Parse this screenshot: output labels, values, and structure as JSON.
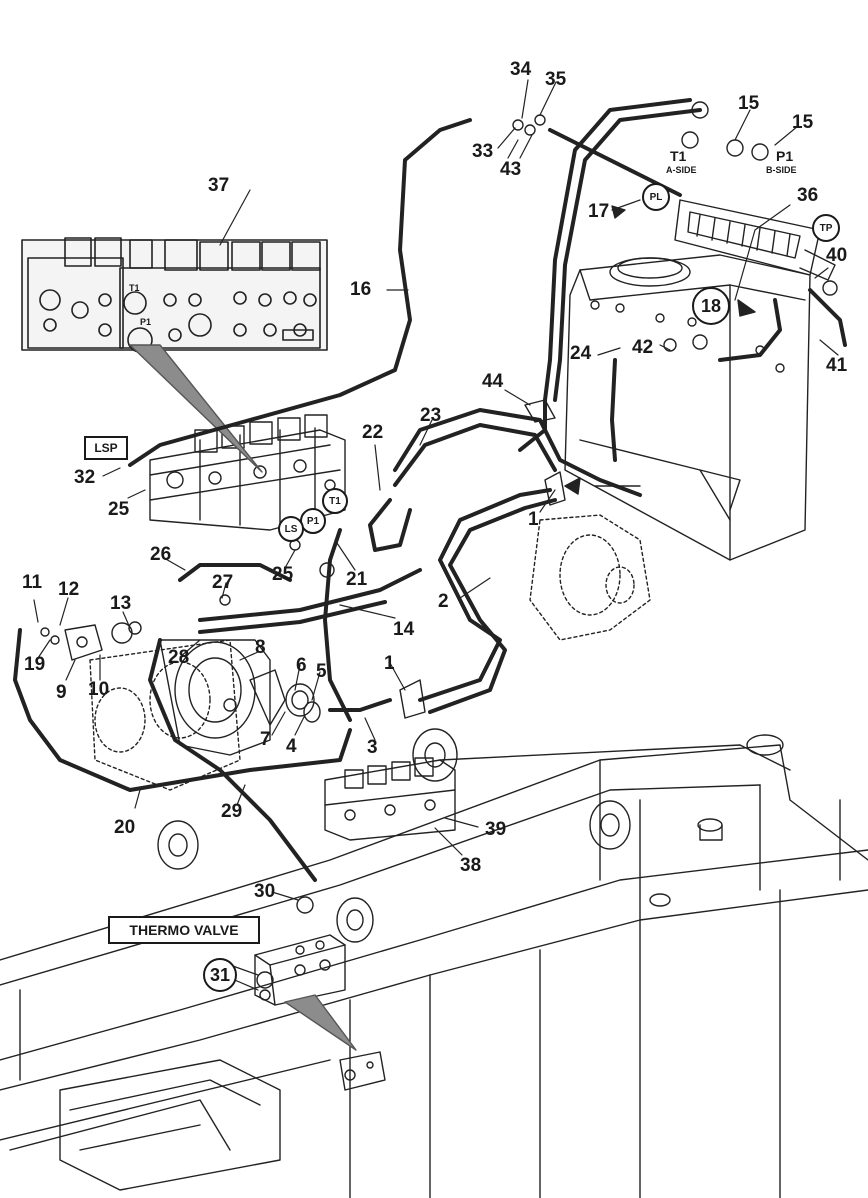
{
  "callouts": {
    "n1a": "1",
    "n1b": "1",
    "n2": "2",
    "n3": "3",
    "n4": "4",
    "n5": "5",
    "n6": "6",
    "n7": "7",
    "n8": "8",
    "n9": "9",
    "n10": "10",
    "n11": "11",
    "n12": "12",
    "n13": "13",
    "n14": "14",
    "n15a": "15",
    "n15b": "15",
    "n16": "16",
    "n17": "17",
    "n18": "18",
    "n19": "19",
    "n20": "20",
    "n21": "21",
    "n22": "22",
    "n23": "23",
    "n24": "24",
    "n25a": "25",
    "n25b": "25",
    "n26": "26",
    "n27": "27",
    "n28": "28",
    "n29": "29",
    "n30": "30",
    "n31": "31",
    "n32": "32",
    "n33": "33",
    "n34": "34",
    "n35": "35",
    "n36": "36",
    "n37": "37",
    "n38": "38",
    "n39": "39",
    "n40": "40",
    "n41": "41",
    "n42": "42",
    "n43": "43",
    "n44": "44"
  },
  "ports": {
    "t1_top": "T1",
    "a_side": "A-SIDE",
    "p1_top": "P1",
    "b_side": "B-SIDE",
    "pl": "PL",
    "tp": "TP",
    "t1_valve": "T1",
    "p1_valve": "P1",
    "ls": "LS",
    "t1_inset": "T1",
    "p1_inset": "P1"
  },
  "boxes": {
    "lsp": "LSP",
    "thermo_valve": "THERMO VALVE"
  }
}
